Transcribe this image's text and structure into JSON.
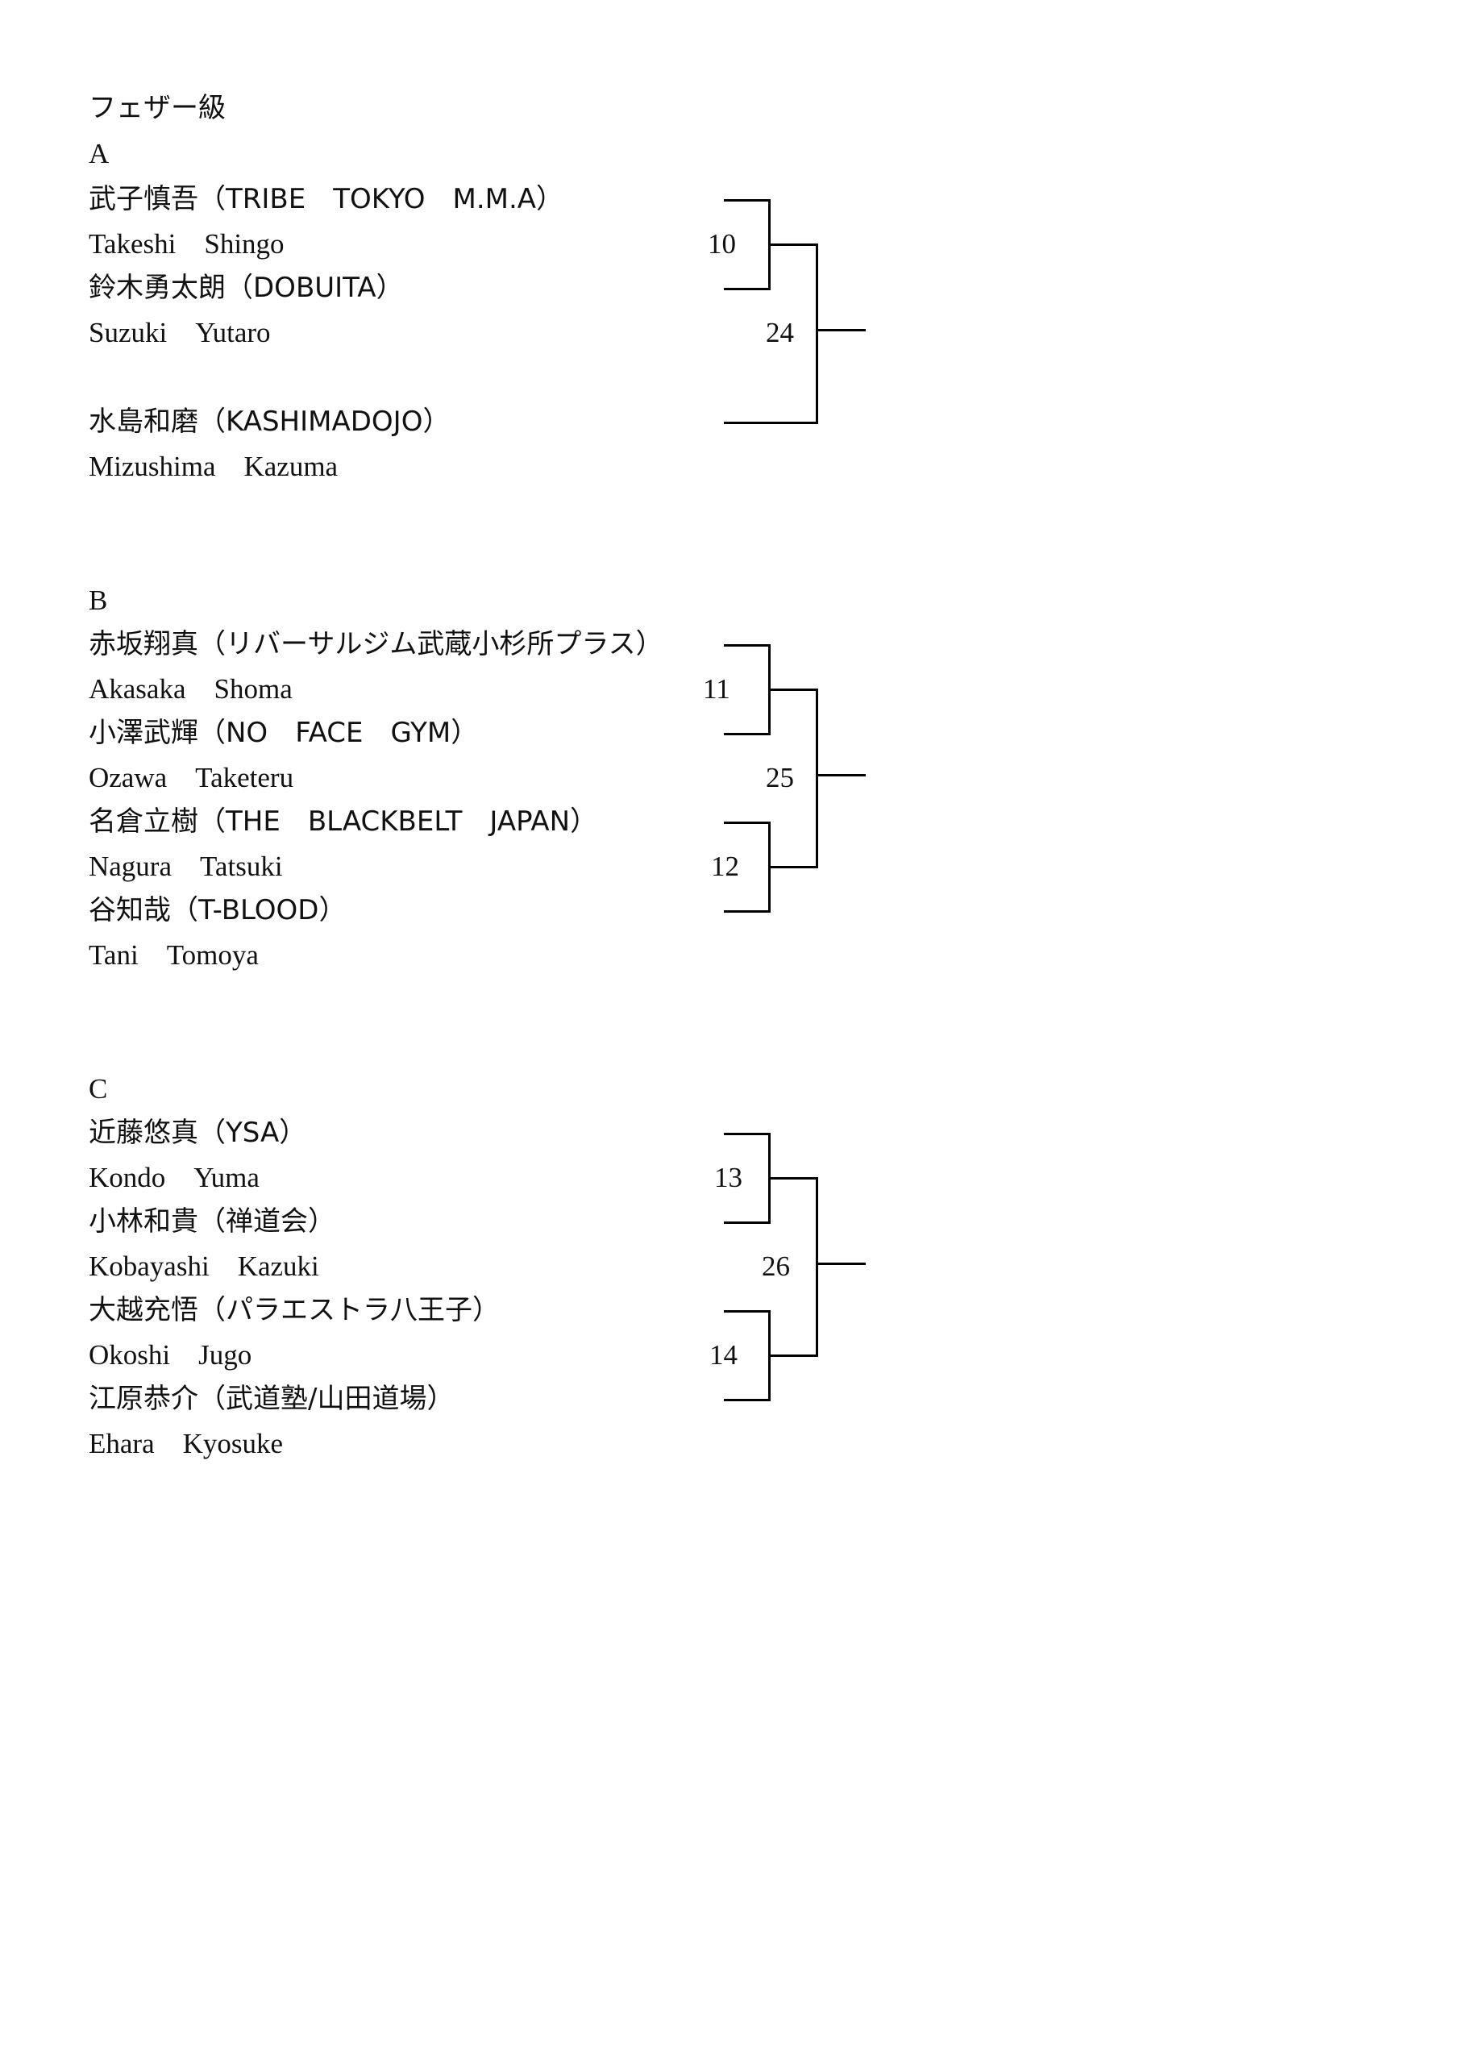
{
  "title": "フェザー級",
  "blocks": [
    {
      "label": "A",
      "fighters": [
        {
          "jp": "武子慎吾（TRIBE　TOKYO　M.M.A）",
          "en": "Takeshi　Shingo"
        },
        {
          "jp": "鈴木勇太朗（DOBUITA）",
          "en": "Suzuki　Yutaro"
        },
        {
          "jp": "水島和磨（KASHIMADOJO）",
          "en": "Mizushima　Kazuma"
        }
      ],
      "matches": [
        "10",
        "24"
      ]
    },
    {
      "label": "B",
      "fighters": [
        {
          "jp": "赤坂翔真（リバーサルジム武蔵小杉所プラス）",
          "en": "Akasaka　Shoma"
        },
        {
          "jp": "小澤武輝（NO　FACE　GYM）",
          "en": "Ozawa　Taketeru"
        },
        {
          "jp": "名倉立樹（THE　BLACKBELT　JAPAN）",
          "en": "Nagura　Tatsuki"
        },
        {
          "jp": "谷知哉（T-BLOOD）",
          "en": "Tani　Tomoya"
        }
      ],
      "matches": [
        "11",
        "12",
        "25"
      ]
    },
    {
      "label": "C",
      "fighters": [
        {
          "jp": "近藤悠真（YSA）",
          "en": "Kondo　Yuma"
        },
        {
          "jp": "小林和貴（禅道会）",
          "en": "Kobayashi　Kazuki"
        },
        {
          "jp": "大越充悟（パラエストラ八王子）",
          "en": "Okoshi　Jugo"
        },
        {
          "jp": "江原恭介（武道塾/山田道場）",
          "en": "Ehara　Kyosuke"
        }
      ],
      "matches": [
        "13",
        "14",
        "26"
      ]
    }
  ]
}
